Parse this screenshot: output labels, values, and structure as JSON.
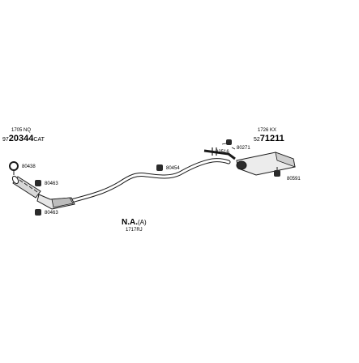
{
  "left_group": {
    "ref": "1705 NQ",
    "code_prefix": "97",
    "code_bold": "20344",
    "code_suffix": "CAT"
  },
  "right_group": {
    "ref": "1726 KX",
    "code_prefix": "52",
    "code_bold": "71211"
  },
  "center_group": {
    "na_bold": "N.A.",
    "na_suffix": "(A)",
    "ref": "1717RJ"
  },
  "part_labels": {
    "p80438": "80438",
    "p80463a": "80463",
    "p80463b": "80463",
    "p80454": "80454",
    "p82516": "82516",
    "p80271": "80271",
    "p80591": "80591"
  },
  "colors": {
    "line": "#1a1a1a",
    "pipe_fill": "#ffffff",
    "part_fill": "#cfcfcf",
    "dark_part": "#2b2b2b"
  }
}
